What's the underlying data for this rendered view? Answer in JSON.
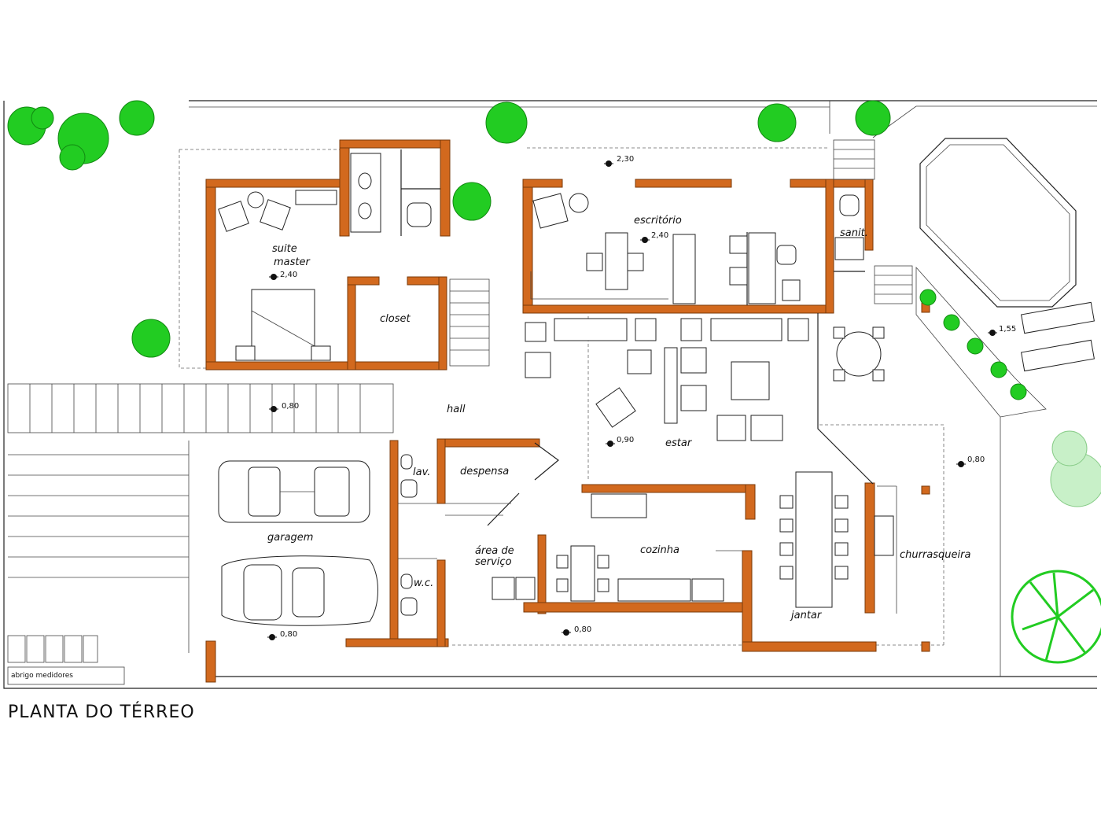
{
  "title": "PLANTA DO TÉRREO",
  "rooms": {
    "suite_line1": "suite",
    "suite_line2": "master",
    "closet": "closet",
    "escritorio": "escritório",
    "sanit": "sanit.",
    "hall": "hall",
    "estar": "estar",
    "lav": "lav.",
    "despensa": "despensa",
    "garagem": "garagem",
    "area_line1": "área de",
    "area_line2": "serviço",
    "wc": "w.c.",
    "cozinha": "cozinha",
    "jantar": "jantar",
    "churrasqueira": "churrasqueira",
    "abrigo": "abrigo medidores"
  },
  "levels": {
    "suite": "2,40",
    "escritorio": "2,40",
    "top": "2,30",
    "pool": "1,55",
    "driveway": "0,80",
    "estar": "0,90",
    "right": "0,80",
    "garage": "0,80",
    "bottom": "0,80"
  },
  "colors": {
    "wall": "#d2691e",
    "tree": "#22cc22"
  }
}
